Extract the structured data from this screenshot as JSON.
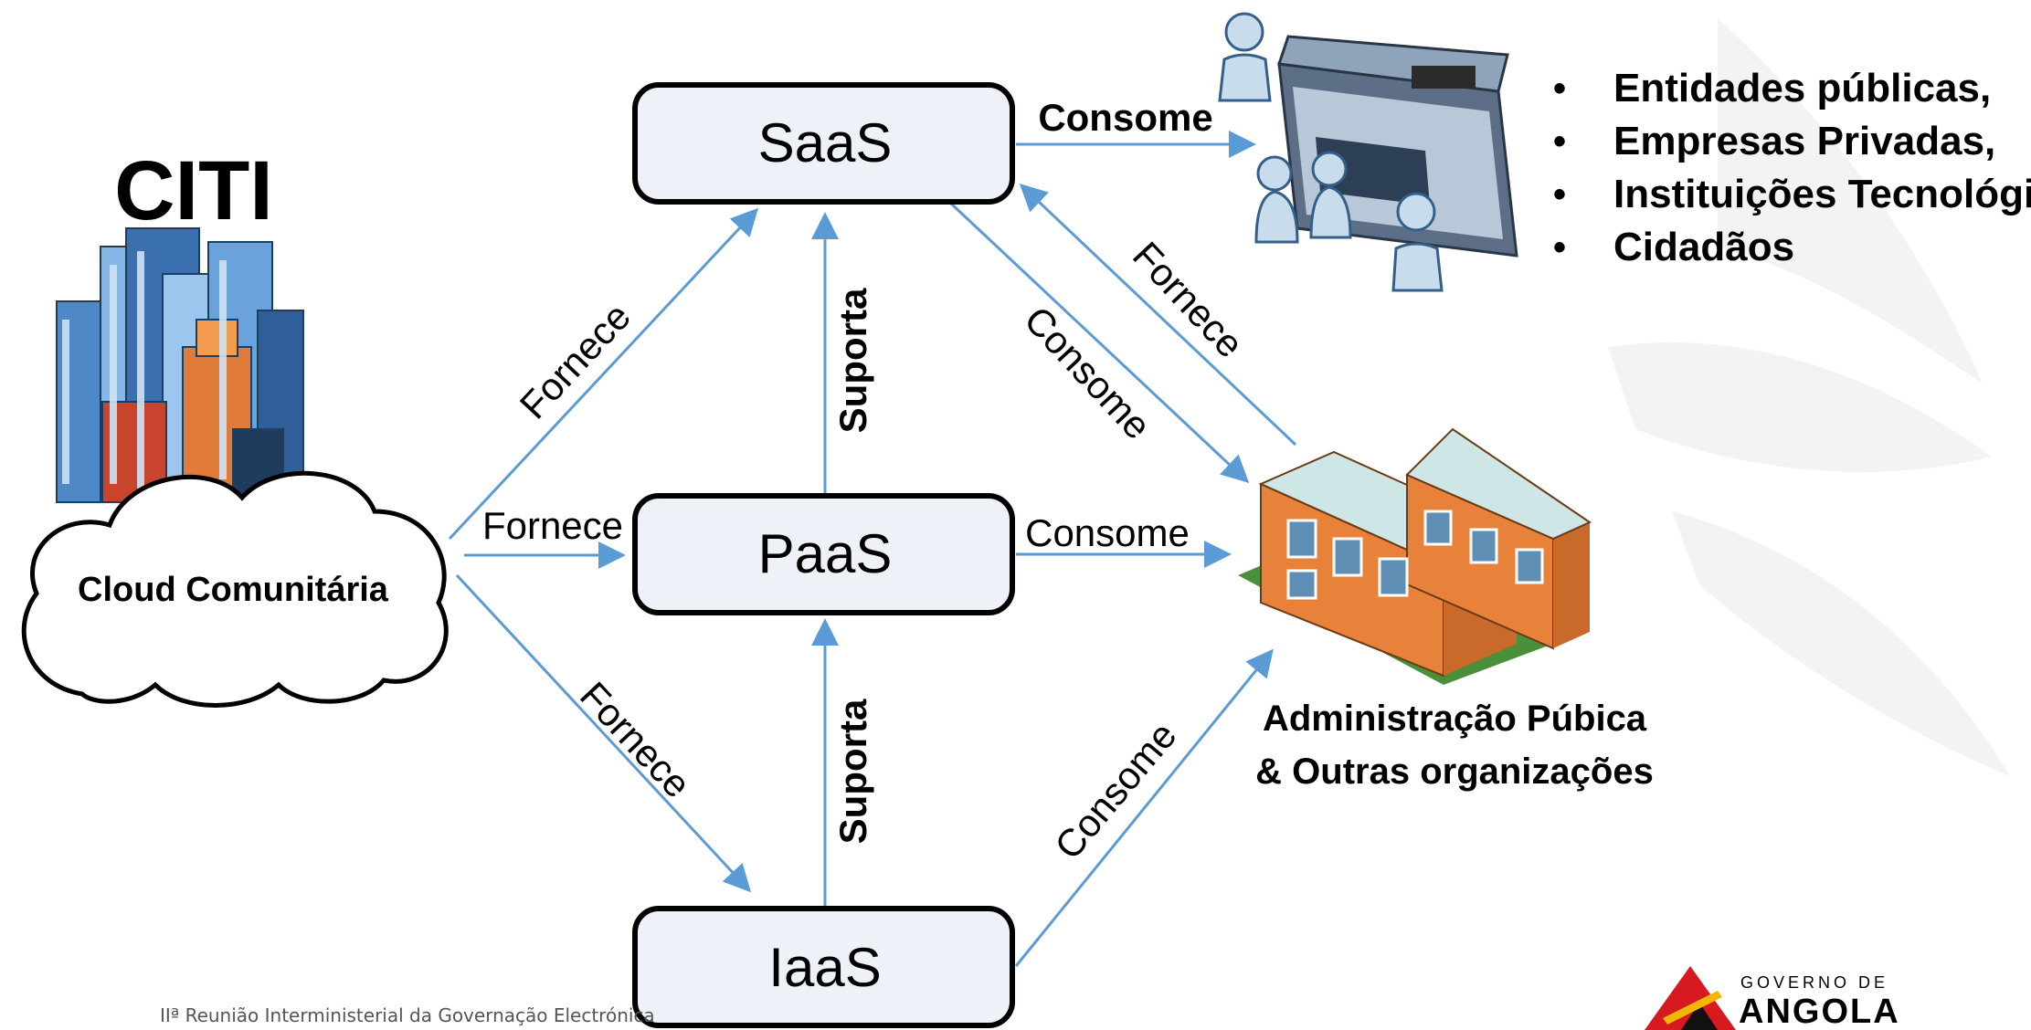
{
  "colors": {
    "arrow": "#5b9bd5",
    "node_fill": "#eef2f8",
    "node_stroke": "#000000",
    "watermark": "#f3f3f3",
    "building_orange": "#e8823a",
    "logo_red": "#d71920"
  },
  "provider": {
    "title": "CITI",
    "cloud_label": "Cloud Comunitária",
    "icon": "city-cloud-icon"
  },
  "nodes": {
    "saas": "SaaS",
    "paas": "PaaS",
    "iaas": "IaaS"
  },
  "edges": {
    "citi_saas": "Fornece",
    "citi_paas": "Fornece",
    "citi_iaas": "Fornece",
    "paas_saas": "Suporta",
    "iaas_paas": "Suporta",
    "saas_consumers": "Consome",
    "saas_admin": "Consome",
    "admin_saas": "Fornece",
    "paas_admin": "Consome",
    "iaas_admin": "Consome"
  },
  "consumers": {
    "icon": "office-people-icon",
    "list": [
      "Entidades públicas,",
      "Empresas Privadas,",
      "Instituições Tecnológicas",
      "Cidadãos"
    ]
  },
  "admin": {
    "icon": "apartment-buildings-icon",
    "line1": "Administração Púbica",
    "line2": "& Outras organizações"
  },
  "footer": "IIª Reunião Interministerial da Governação Electrónica",
  "logo": {
    "line1": "GOVERNO DE",
    "line2": "ANGOLA"
  }
}
